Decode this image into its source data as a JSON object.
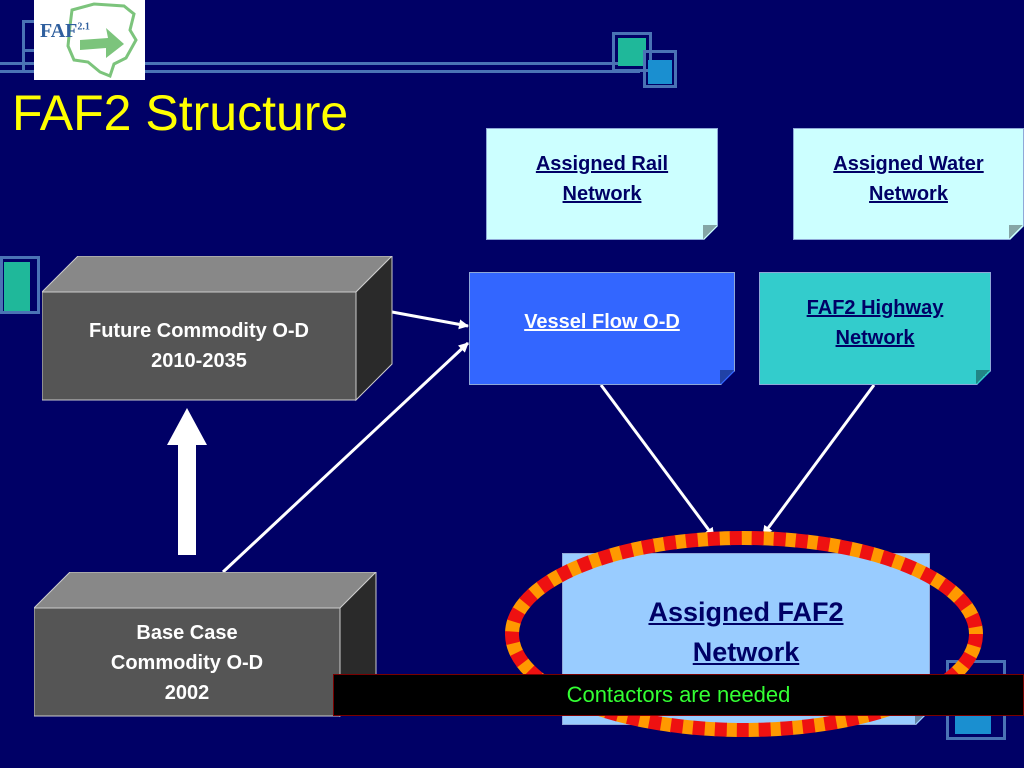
{
  "slide": {
    "title": "FAF2 Structure",
    "logo_text": "FAF",
    "logo_superscript": "2.1"
  },
  "diagram": {
    "nodes": {
      "assigned_rail": {
        "line1": "Assigned Rail",
        "line2": "Network"
      },
      "assigned_water": {
        "line1": "Assigned Water",
        "line2": "Network"
      },
      "vessel_flow": {
        "line1": "Vessel Flow O-D"
      },
      "highway": {
        "line1": "FAF2 Highway",
        "line2": "Network"
      },
      "future_od": {
        "line1": "Future Commodity O-D",
        "line2": "2010-2035"
      },
      "base_case": {
        "line1": "Base Case",
        "line2": "Commodity O-D",
        "line3": "2002"
      },
      "assigned_faf2": {
        "line1": "Assigned FAF2",
        "line2": "Network"
      }
    },
    "edges": [
      {
        "from": "future_od",
        "to": "vessel_flow"
      },
      {
        "from": "base_case",
        "to": "vessel_flow"
      },
      {
        "from": "base_case",
        "to": "future_od"
      },
      {
        "from": "vessel_flow",
        "to": "assigned_faf2"
      },
      {
        "from": "highway",
        "to": "assigned_faf2"
      }
    ]
  },
  "banner": {
    "text": "Contactors are needed"
  },
  "colors": {
    "background": "#000066",
    "title": "#ffff00",
    "note_light": "#ccffff",
    "vessel_box": "#3366ff",
    "highway_box": "#33cccc",
    "assigned_box": "#99ccff",
    "cube_front": "#555555",
    "dash_red": "#ee1111",
    "dash_orange": "#ff9900",
    "banner_text": "#33ff33"
  }
}
